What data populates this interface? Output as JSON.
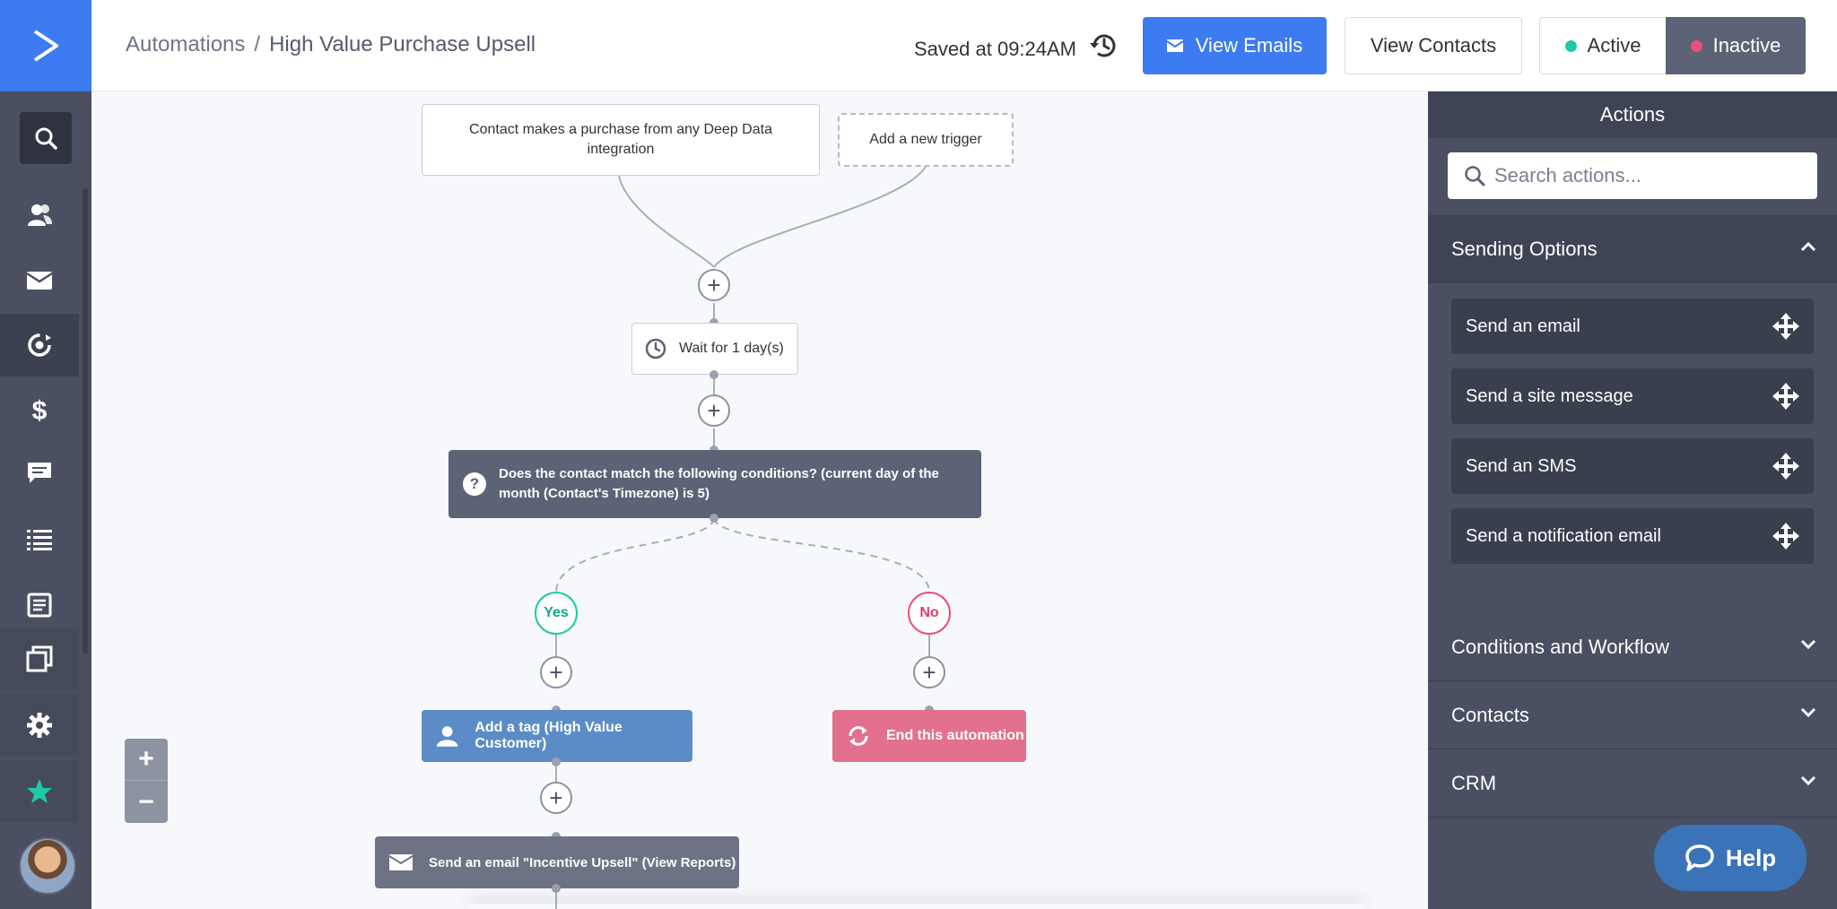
{
  "header": {
    "breadcrumb_root": "Automations",
    "breadcrumb_separator": "/",
    "breadcrumb_current": "High Value Purchase Upsell",
    "saved_text": "Saved at 09:24AM",
    "view_emails_label": "View Emails",
    "view_contacts_label": "View Contacts",
    "active_label": "Active",
    "inactive_label": "Inactive"
  },
  "colors": {
    "brand_blue": "#3d7bf0",
    "active_dot": "#20c9a6",
    "inactive_dot": "#ec4f77",
    "sidebar": "#4a5061",
    "yes": "#20c9a6",
    "no": "#ec4f77"
  },
  "sidebar": {
    "items": [
      {
        "icon": "search-icon"
      },
      {
        "icon": "contacts-icon"
      },
      {
        "icon": "campaigns-envelope-icon"
      },
      {
        "icon": "automations-icon",
        "active": true
      },
      {
        "icon": "deals-dollar-icon"
      },
      {
        "icon": "conversations-icon"
      },
      {
        "icon": "lists-icon"
      },
      {
        "icon": "forms-icon"
      },
      {
        "icon": "pages-icon"
      },
      {
        "icon": "settings-gear-icon"
      },
      {
        "icon": "star-icon"
      },
      {
        "icon": "avatar"
      }
    ]
  },
  "canvas": {
    "trigger_1": "Contact makes a purchase from any Deep Data integration",
    "trigger_add": "Add a new trigger",
    "wait": "Wait for 1 day(s)",
    "condition": "Does the contact match the following conditions? (current day of the month (Contact's Timezone) is 5)",
    "branch_yes": "Yes",
    "branch_no": "No",
    "tag_action": "Add a tag (High Value Customer)",
    "end_action": "End this automation",
    "email_action": "Send an email \"Incentive Upsell\" (View Reports)",
    "plus_symbol": "+",
    "zoom_in": "+",
    "zoom_out": "−"
  },
  "panel": {
    "title": "Actions",
    "search_placeholder": "Search actions...",
    "sections": [
      {
        "label": "Sending Options",
        "expanded": true
      },
      {
        "label": "Conditions and Workflow",
        "expanded": false
      },
      {
        "label": "Contacts",
        "expanded": false
      },
      {
        "label": "CRM",
        "expanded": false
      }
    ],
    "sending_actions": [
      "Send an email",
      "Send a site message",
      "Send an SMS",
      "Send a notification email"
    ],
    "help_label": "Help"
  }
}
